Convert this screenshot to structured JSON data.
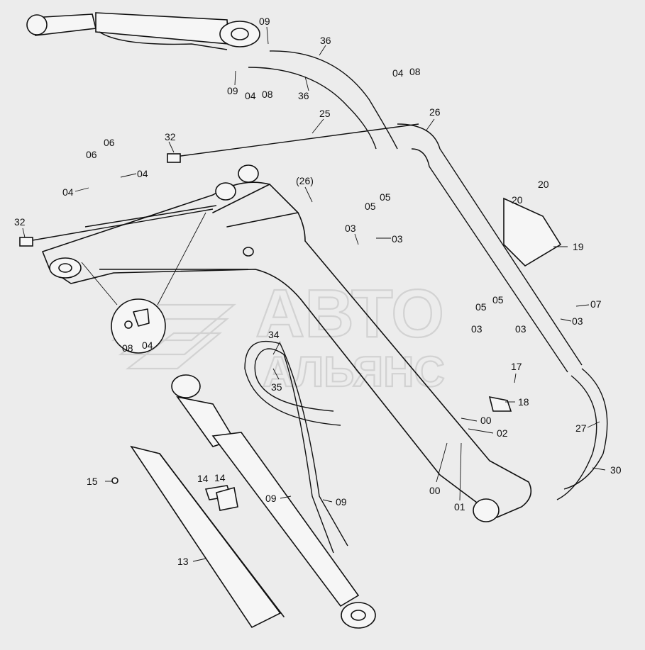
{
  "watermark": {
    "line1": "АВТО",
    "line2": "АЛЬЯНС"
  },
  "callouts": {
    "c09a": "09",
    "c09b": "09",
    "c09c": "09",
    "c09d": "09",
    "c36a": "36",
    "c36b": "36",
    "c04a": "04",
    "c08a": "08",
    "c04b": "04",
    "c08b": "08",
    "c25": "25",
    "c26": "26",
    "c26p": "(26)",
    "c32a": "32",
    "c32b": "32",
    "c06a": "06",
    "c06b": "06",
    "c04c": "04",
    "c04d": "04",
    "c05a": "05",
    "c05b": "05",
    "c03a": "03",
    "c03b": "03",
    "c20a": "20",
    "c20b": "20",
    "c19": "19",
    "c08c": "08",
    "c04e": "04",
    "c05c": "05",
    "c05d": "05",
    "c03c": "03",
    "c03d": "03",
    "c07": "07",
    "c03e": "03",
    "c34": "34",
    "c35": "35",
    "c17": "17",
    "c18": "18",
    "c00a": "00",
    "c02": "02",
    "c00b": "00",
    "c01": "01",
    "c27": "27",
    "c30": "30",
    "c14a": "14",
    "c14b": "14",
    "c15": "15",
    "c13": "13"
  }
}
